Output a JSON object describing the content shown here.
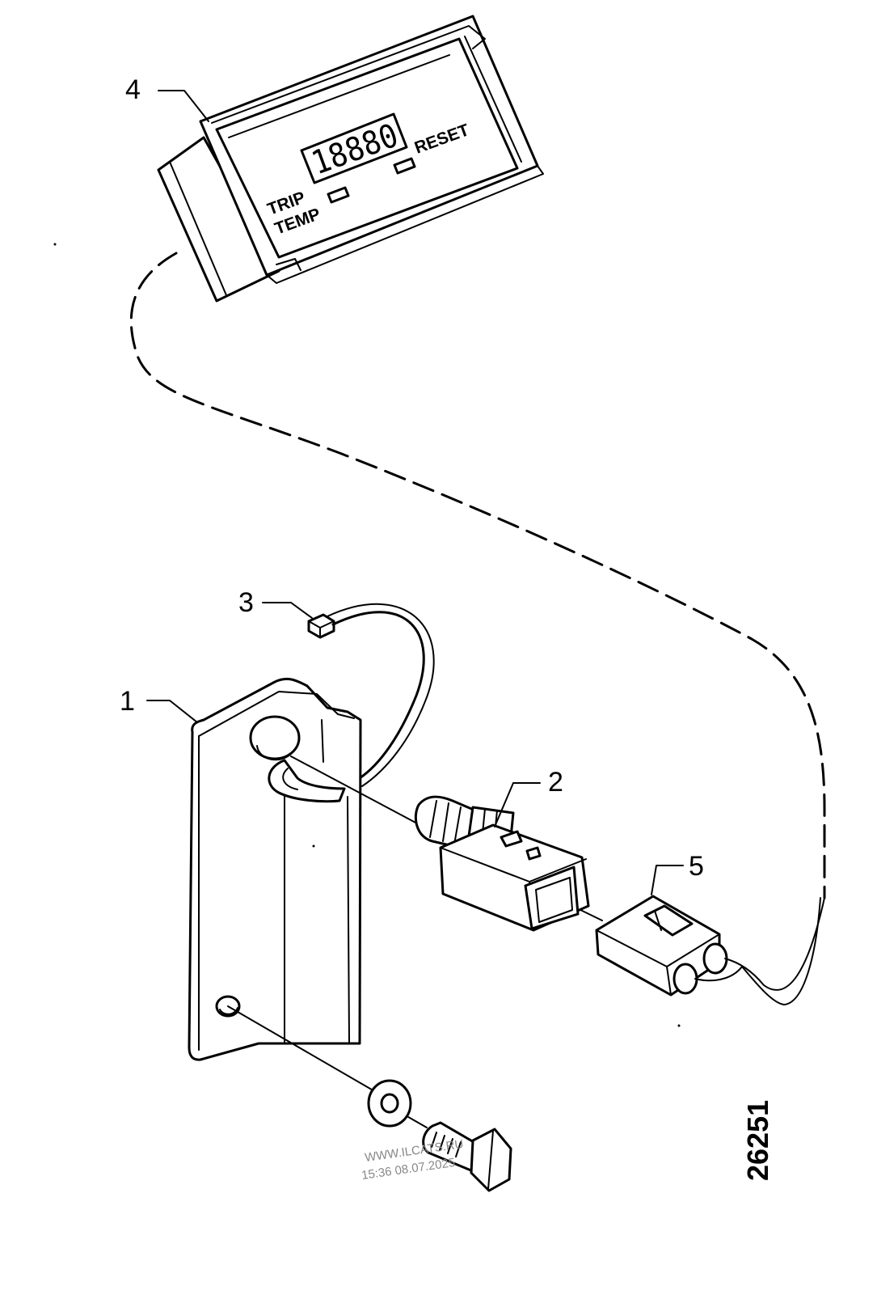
{
  "callouts": {
    "part_1": "1",
    "part_2": "2",
    "part_3": "3",
    "part_4": "4",
    "part_5": "5"
  },
  "display": {
    "readout": "18880",
    "trip_label": "TRIP",
    "temp_label": "TEMP",
    "reset_label": "RESET"
  },
  "watermark": {
    "site": "WWW.ILCATS.RU",
    "timestamp": "15:36 08.07.2025"
  },
  "figure_number": "26251"
}
